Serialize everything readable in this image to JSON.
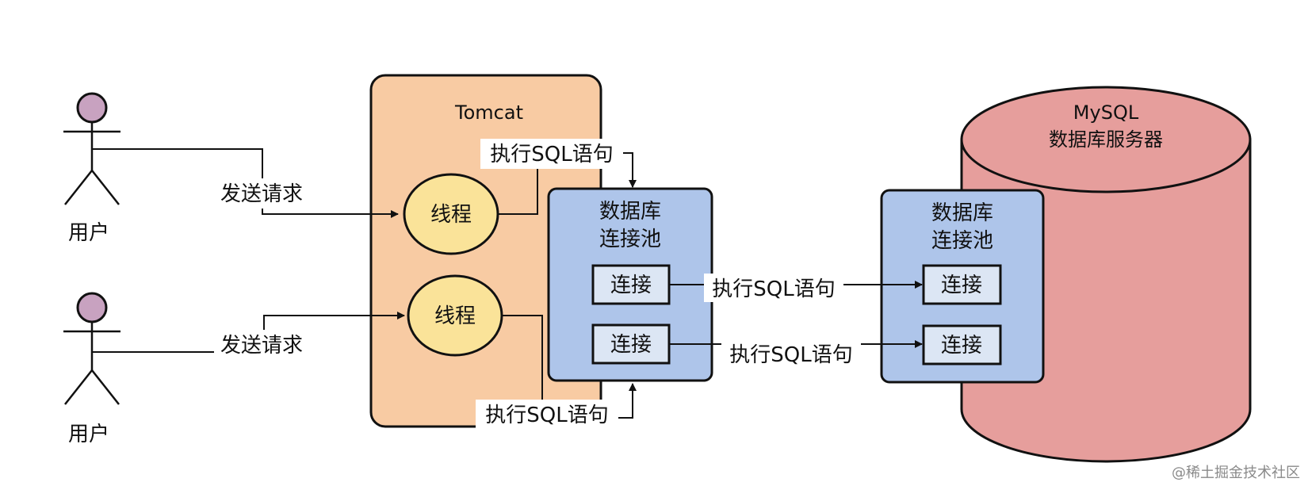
{
  "users": [
    {
      "label": "用户"
    },
    {
      "label": "用户"
    }
  ],
  "requests": [
    {
      "label": "发送请求"
    },
    {
      "label": "发送请求"
    }
  ],
  "tomcat": {
    "title": "Tomcat"
  },
  "threads": [
    {
      "label": "线程"
    },
    {
      "label": "线程"
    }
  ],
  "app_pool": {
    "title_line1": "数据库",
    "title_line2": "连接池",
    "connections": [
      "连接",
      "连接"
    ]
  },
  "db_pool": {
    "title_line1": "数据库",
    "title_line2": "连接池",
    "connections": [
      "连接",
      "连接"
    ]
  },
  "mysql": {
    "title_line1": "MySQL",
    "title_line2": "数据库服务器"
  },
  "sql_labels": {
    "top": "执行SQL语句",
    "bottom": "执行SQL语句",
    "conn1": "执行SQL语句",
    "conn2": "执行SQL语句"
  },
  "watermark": "@稀土掘金技术社区",
  "colors": {
    "tomcat_fill": "#f8cba3",
    "thread_fill": "#fae399",
    "pool_fill": "#aec5ea",
    "conn_fill": "#dce6f4",
    "db_fill": "#e69e9c",
    "user_head": "#c8a2c0"
  }
}
